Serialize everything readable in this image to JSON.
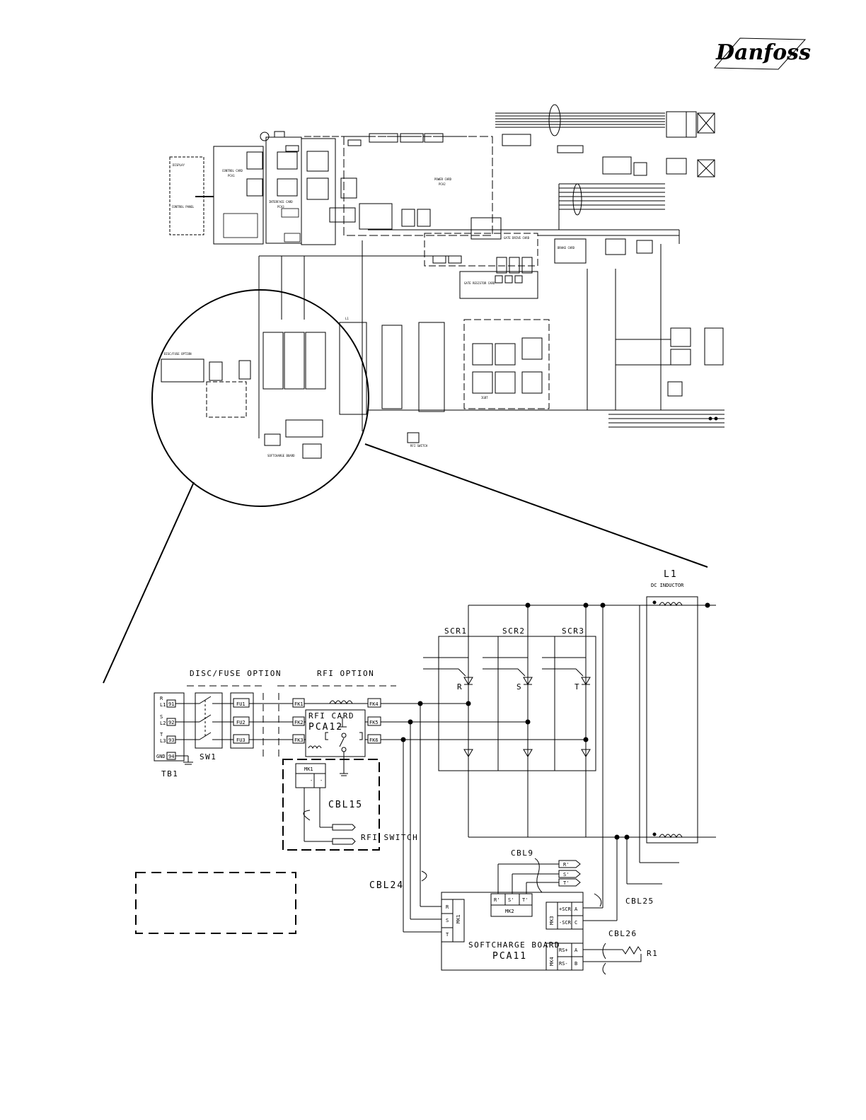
{
  "header": {
    "brand_logo_text": "Danfoss"
  },
  "overview": {
    "blocks": {
      "display": "DISPLAY",
      "control_panel": "CONTROL PANEL",
      "control_card": "CONTROL CARD",
      "control_card_id": "PCA1",
      "interface_card": "INTERFACE CARD",
      "interface_card_id": "PCA3",
      "power_card": "POWER CARD",
      "power_card_id": "PCA2",
      "gate_drive_card": "GATE DRIVE CARD",
      "gate_resistor_card": "GATE RESISTOR CARD",
      "brake_card": "BRAKE CARD",
      "igbt_label": "IGBT",
      "rfi_switch": "RFI SWITCH",
      "disc_fuse": "DISC/FUSE OPTION",
      "softcharge": "SOFTCHARGE BOARD",
      "inductor": "L1"
    }
  },
  "detail": {
    "inductor_title": "L1",
    "inductor_subtitle": "DC INDUCTOR",
    "scr": [
      "SCR1",
      "SCR2",
      "SCR3"
    ],
    "scr_phase": [
      "R",
      "S",
      "T"
    ],
    "disc_fuse_option": "DISC/FUSE OPTION",
    "rfi_option": "RFI OPTION",
    "tb1": {
      "label": "TB1",
      "rows": [
        [
          "R",
          "L1",
          "91"
        ],
        [
          "S",
          "L2",
          "92"
        ],
        [
          "T",
          "L3",
          "93"
        ],
        [
          "GND",
          "",
          "94"
        ]
      ]
    },
    "sw1": "SW1",
    "fuses": [
      "FU1",
      "FU2",
      "FU3"
    ],
    "fk_in": [
      "FK1",
      "FK2",
      "FK3"
    ],
    "fk_out": [
      "FK4",
      "FK5",
      "FK6"
    ],
    "rfi_card": "RFI CARD",
    "pca12": "PCA12",
    "mk1_rfi": "MK1",
    "mk1_pins": [
      "-",
      "-"
    ],
    "cbl15": "CBL15",
    "rfi_switch": "RFI SWITCH",
    "cbl9": "CBL9",
    "cbl9_tags": [
      "R'",
      "S'",
      "T'"
    ],
    "cbl24": "CBL24",
    "cbl25": "CBL25",
    "cbl26": "CBL26",
    "r1": "R1",
    "softcharge_board": "SOFTCHARGE BOARD",
    "pca11": "PCA11",
    "mk1": "MK1",
    "mk1_rows": [
      "R",
      "S",
      "T"
    ],
    "mk2": "MK2",
    "mk2_pins": [
      "R'",
      "S'",
      "T'"
    ],
    "mk3": "MK3",
    "mk3_rows": [
      [
        "+SCR",
        "A"
      ],
      [
        "-SCR",
        "C"
      ]
    ],
    "mk4": "MK4",
    "mk4_rows": [
      [
        "RS+",
        "A"
      ],
      [
        "RS-",
        "B"
      ]
    ]
  }
}
